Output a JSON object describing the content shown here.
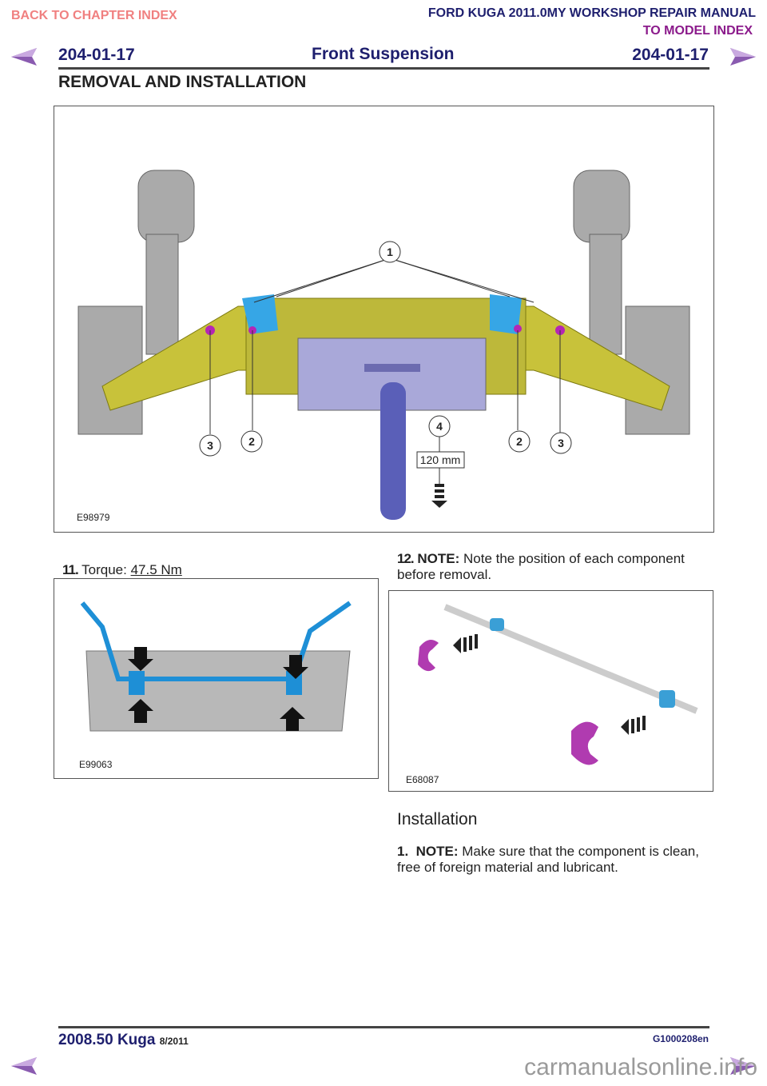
{
  "header": {
    "back_link": "BACK TO CHAPTER INDEX",
    "manual_title": "FORD KUGA 2011.0MY WORKSHOP REPAIR MANUAL",
    "model_index_link": "TO MODEL INDEX",
    "page_left": "204-01-17",
    "section": "Front Suspension",
    "page_right": "204-01-17",
    "heading": "REMOVAL AND INSTALLATION"
  },
  "figure1": {
    "id": "E98979",
    "callouts": [
      "1",
      "2",
      "3",
      "4",
      "2",
      "3"
    ],
    "dimension": "120 mm"
  },
  "step11": {
    "number": "11.",
    "label": "Torque: ",
    "value": "47.5 Nm"
  },
  "figure2": {
    "id": "E99063"
  },
  "step12": {
    "number": "12.",
    "note": "NOTE:",
    "text": " Note the position of each component before removal."
  },
  "figure3": {
    "id": "E68087"
  },
  "installation": {
    "title": "Installation",
    "step1_number": "1.",
    "step1_note": "NOTE:",
    "step1_text": " Make sure that the component is clean, free of foreign material and lubricant."
  },
  "footer": {
    "model": "2008.50 Kuga",
    "date": "8/2011",
    "code": "G1000208en",
    "watermark": "carmanualsonline.info"
  },
  "colors": {
    "navy": "#1e1f6e",
    "back_link": "#f08080",
    "model_link": "#8b1a8b",
    "arrow": "#8a5bb0"
  }
}
